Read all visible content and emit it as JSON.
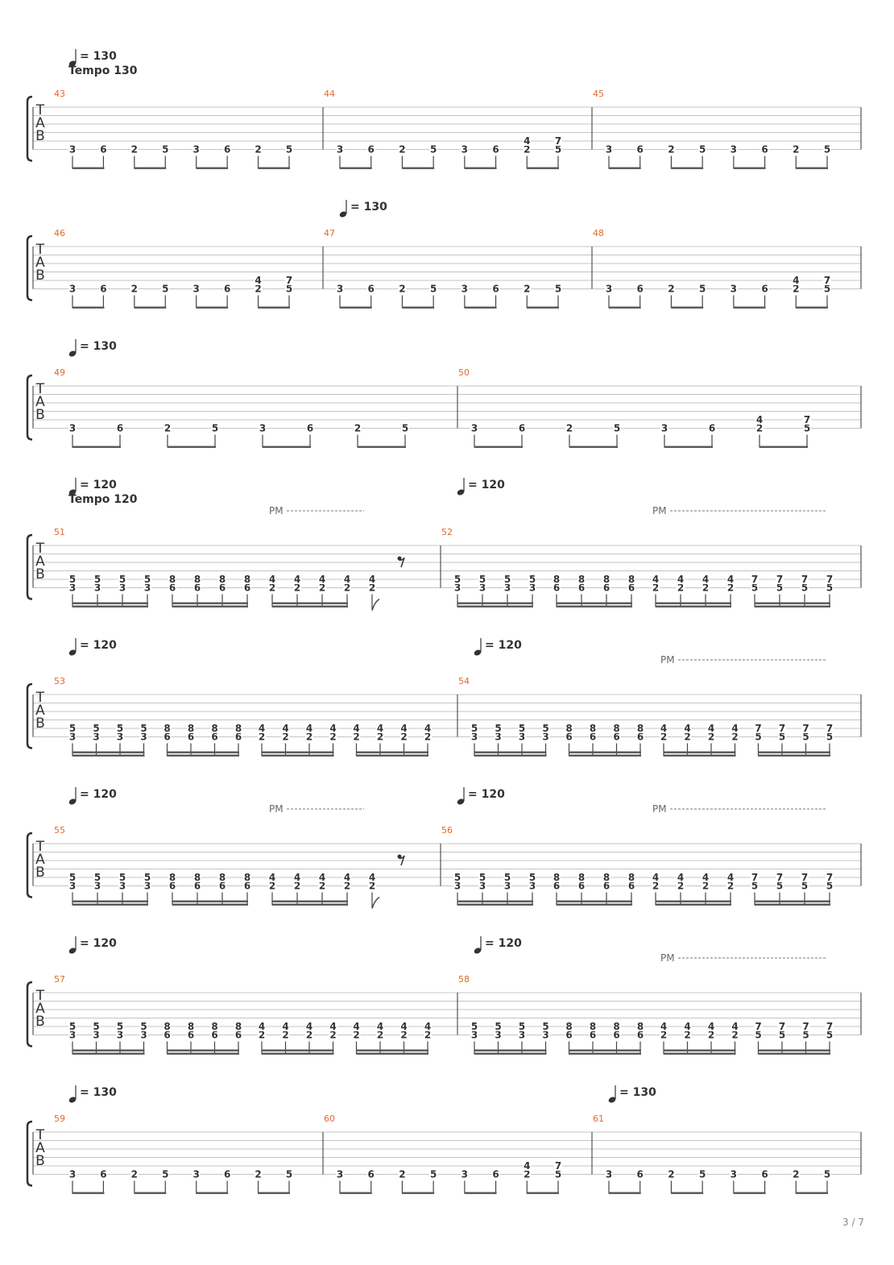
{
  "page": {
    "number": "3 / 7"
  },
  "clef_letters": [
    "T",
    "A",
    "B"
  ],
  "rows": [
    {
      "measures": [
        {
          "number": "43",
          "tempo": {
            "value": "= 130",
            "text": "Tempo 130"
          },
          "beats": [
            [
              "3"
            ],
            [
              "6"
            ],
            [
              "2"
            ],
            [
              "5"
            ],
            [
              "3"
            ],
            [
              "6"
            ],
            [
              "2"
            ],
            [
              "5"
            ]
          ],
          "beams": 1
        },
        {
          "number": "44",
          "beats": [
            [
              "3"
            ],
            [
              "6"
            ],
            [
              "2"
            ],
            [
              "5"
            ],
            [
              "3"
            ],
            [
              "6"
            ],
            [
              "2",
              "4"
            ],
            [
              "5",
              "7"
            ]
          ],
          "beams": 1
        },
        {
          "number": "45",
          "beats": [
            [
              "3"
            ],
            [
              "6"
            ],
            [
              "2"
            ],
            [
              "5"
            ],
            [
              "3"
            ],
            [
              "6"
            ],
            [
              "2"
            ],
            [
              "5"
            ]
          ],
          "beams": 1
        }
      ]
    },
    {
      "measures": [
        {
          "number": "46",
          "beats": [
            [
              "3"
            ],
            [
              "6"
            ],
            [
              "2"
            ],
            [
              "5"
            ],
            [
              "3"
            ],
            [
              "6"
            ],
            [
              "2",
              "4"
            ],
            [
              "5",
              "7"
            ]
          ],
          "beams": 1
        },
        {
          "number": "47",
          "tempo": {
            "value": "= 130"
          },
          "beats": [
            [
              "3"
            ],
            [
              "6"
            ],
            [
              "2"
            ],
            [
              "5"
            ],
            [
              "3"
            ],
            [
              "6"
            ],
            [
              "2"
            ],
            [
              "5"
            ]
          ],
          "beams": 1
        },
        {
          "number": "48",
          "beats": [
            [
              "3"
            ],
            [
              "6"
            ],
            [
              "2"
            ],
            [
              "5"
            ],
            [
              "3"
            ],
            [
              "6"
            ],
            [
              "2",
              "4"
            ],
            [
              "5",
              "7"
            ]
          ],
          "beams": 1
        }
      ]
    },
    {
      "measures": [
        {
          "number": "49",
          "tempo": {
            "value": "= 130"
          },
          "beats": [
            [
              "3"
            ],
            [
              "6"
            ],
            [
              "2"
            ],
            [
              "5"
            ],
            [
              "3"
            ],
            [
              "6"
            ],
            [
              "2"
            ],
            [
              "5"
            ]
          ],
          "beams": 1
        },
        {
          "number": "50",
          "beats": [
            [
              "3"
            ],
            [
              "6"
            ],
            [
              "2"
            ],
            [
              "5"
            ],
            [
              "3"
            ],
            [
              "6"
            ],
            [
              "2",
              "4"
            ],
            [
              "5",
              "7"
            ]
          ],
          "beams": 1
        }
      ]
    },
    {
      "measures": [
        {
          "number": "51",
          "tempo": {
            "value": "= 120",
            "text": "Tempo 120"
          },
          "pm": "PM",
          "beats": [
            [
              "3",
              "5"
            ],
            [
              "3",
              "5"
            ],
            [
              "3",
              "5"
            ],
            [
              "3",
              "5"
            ],
            [
              "6",
              "8"
            ],
            [
              "6",
              "8"
            ],
            [
              "6",
              "8"
            ],
            [
              "6",
              "8"
            ],
            [
              "2",
              "4"
            ],
            [
              "2",
              "4"
            ],
            [
              "2",
              "4"
            ],
            [
              "2",
              "4"
            ],
            [
              "2",
              "4"
            ]
          ],
          "beams": 2,
          "flag_last": true,
          "rest": true
        },
        {
          "number": "52",
          "tempo": {
            "value": "= 120"
          },
          "pm": "PM",
          "beats": [
            [
              "3",
              "5"
            ],
            [
              "3",
              "5"
            ],
            [
              "3",
              "5"
            ],
            [
              "3",
              "5"
            ],
            [
              "6",
              "8"
            ],
            [
              "6",
              "8"
            ],
            [
              "6",
              "8"
            ],
            [
              "6",
              "8"
            ],
            [
              "2",
              "4"
            ],
            [
              "2",
              "4"
            ],
            [
              "2",
              "4"
            ],
            [
              "2",
              "4"
            ],
            [
              "5",
              "7"
            ],
            [
              "5",
              "7"
            ],
            [
              "5",
              "7"
            ],
            [
              "5",
              "7"
            ]
          ],
          "beams": 2
        }
      ]
    },
    {
      "measures": [
        {
          "number": "53",
          "tempo": {
            "value": "= 120"
          },
          "beats": [
            [
              "3",
              "5"
            ],
            [
              "3",
              "5"
            ],
            [
              "3",
              "5"
            ],
            [
              "3",
              "5"
            ],
            [
              "6",
              "8"
            ],
            [
              "6",
              "8"
            ],
            [
              "6",
              "8"
            ],
            [
              "6",
              "8"
            ],
            [
              "2",
              "4"
            ],
            [
              "2",
              "4"
            ],
            [
              "2",
              "4"
            ],
            [
              "2",
              "4"
            ],
            [
              "2",
              "4"
            ],
            [
              "2",
              "4"
            ],
            [
              "2",
              "4"
            ],
            [
              "2",
              "4"
            ]
          ],
          "beams": 2
        },
        {
          "number": "54",
          "tempo": {
            "value": "= 120"
          },
          "pm": "PM",
          "beats": [
            [
              "3",
              "5"
            ],
            [
              "3",
              "5"
            ],
            [
              "3",
              "5"
            ],
            [
              "3",
              "5"
            ],
            [
              "6",
              "8"
            ],
            [
              "6",
              "8"
            ],
            [
              "6",
              "8"
            ],
            [
              "6",
              "8"
            ],
            [
              "2",
              "4"
            ],
            [
              "2",
              "4"
            ],
            [
              "2",
              "4"
            ],
            [
              "2",
              "4"
            ],
            [
              "5",
              "7"
            ],
            [
              "5",
              "7"
            ],
            [
              "5",
              "7"
            ],
            [
              "5",
              "7"
            ]
          ],
          "beams": 2
        }
      ]
    },
    {
      "measures": [
        {
          "number": "55",
          "tempo": {
            "value": "= 120"
          },
          "pm": "PM",
          "beats": [
            [
              "3",
              "5"
            ],
            [
              "3",
              "5"
            ],
            [
              "3",
              "5"
            ],
            [
              "3",
              "5"
            ],
            [
              "6",
              "8"
            ],
            [
              "6",
              "8"
            ],
            [
              "6",
              "8"
            ],
            [
              "6",
              "8"
            ],
            [
              "2",
              "4"
            ],
            [
              "2",
              "4"
            ],
            [
              "2",
              "4"
            ],
            [
              "2",
              "4"
            ],
            [
              "2",
              "4"
            ]
          ],
          "beams": 2,
          "flag_last": true,
          "rest": true
        },
        {
          "number": "56",
          "tempo": {
            "value": "= 120"
          },
          "pm": "PM",
          "beats": [
            [
              "3",
              "5"
            ],
            [
              "3",
              "5"
            ],
            [
              "3",
              "5"
            ],
            [
              "3",
              "5"
            ],
            [
              "6",
              "8"
            ],
            [
              "6",
              "8"
            ],
            [
              "6",
              "8"
            ],
            [
              "6",
              "8"
            ],
            [
              "2",
              "4"
            ],
            [
              "2",
              "4"
            ],
            [
              "2",
              "4"
            ],
            [
              "2",
              "4"
            ],
            [
              "5",
              "7"
            ],
            [
              "5",
              "7"
            ],
            [
              "5",
              "7"
            ],
            [
              "5",
              "7"
            ]
          ],
          "beams": 2
        }
      ]
    },
    {
      "measures": [
        {
          "number": "57",
          "tempo": {
            "value": "= 120"
          },
          "beats": [
            [
              "3",
              "5"
            ],
            [
              "3",
              "5"
            ],
            [
              "3",
              "5"
            ],
            [
              "3",
              "5"
            ],
            [
              "6",
              "8"
            ],
            [
              "6",
              "8"
            ],
            [
              "6",
              "8"
            ],
            [
              "6",
              "8"
            ],
            [
              "2",
              "4"
            ],
            [
              "2",
              "4"
            ],
            [
              "2",
              "4"
            ],
            [
              "2",
              "4"
            ],
            [
              "2",
              "4"
            ],
            [
              "2",
              "4"
            ],
            [
              "2",
              "4"
            ],
            [
              "2",
              "4"
            ]
          ],
          "beams": 2
        },
        {
          "number": "58",
          "tempo": {
            "value": "= 120"
          },
          "pm": "PM",
          "beats": [
            [
              "3",
              "5"
            ],
            [
              "3",
              "5"
            ],
            [
              "3",
              "5"
            ],
            [
              "3",
              "5"
            ],
            [
              "6",
              "8"
            ],
            [
              "6",
              "8"
            ],
            [
              "6",
              "8"
            ],
            [
              "6",
              "8"
            ],
            [
              "2",
              "4"
            ],
            [
              "2",
              "4"
            ],
            [
              "2",
              "4"
            ],
            [
              "2",
              "4"
            ],
            [
              "5",
              "7"
            ],
            [
              "5",
              "7"
            ],
            [
              "5",
              "7"
            ],
            [
              "5",
              "7"
            ]
          ],
          "beams": 2
        }
      ]
    },
    {
      "measures": [
        {
          "number": "59",
          "tempo": {
            "value": "= 130"
          },
          "beats": [
            [
              "3"
            ],
            [
              "6"
            ],
            [
              "2"
            ],
            [
              "5"
            ],
            [
              "3"
            ],
            [
              "6"
            ],
            [
              "2"
            ],
            [
              "5"
            ]
          ],
          "beams": 1
        },
        {
          "number": "60",
          "beats": [
            [
              "3"
            ],
            [
              "6"
            ],
            [
              "2"
            ],
            [
              "5"
            ],
            [
              "3"
            ],
            [
              "6"
            ],
            [
              "2",
              "4"
            ],
            [
              "5",
              "7"
            ]
          ],
          "beams": 1
        },
        {
          "number": "61",
          "tempo": {
            "value": "= 130"
          },
          "beats": [
            [
              "3"
            ],
            [
              "6"
            ],
            [
              "2"
            ],
            [
              "5"
            ],
            [
              "3"
            ],
            [
              "6"
            ],
            [
              "2"
            ],
            [
              "5"
            ]
          ],
          "beams": 1
        }
      ]
    }
  ]
}
